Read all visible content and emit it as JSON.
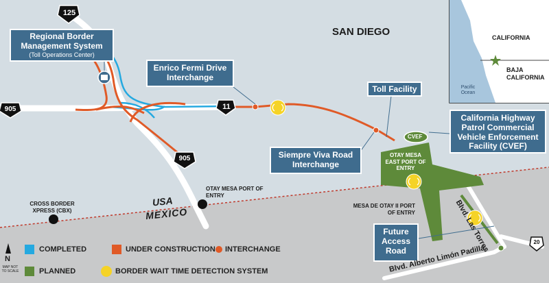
{
  "city_label": "SAN DIEGO",
  "country_north": "USA",
  "country_south": "MEXICO",
  "callouts": {
    "rbms_title": "Regional Border Management System",
    "rbms_sub": "(Toll Operations Center)",
    "enrico": "Enrico Fermi Drive Interchange",
    "toll": "Toll Facility",
    "siempre": "Siempre Viva Road Interchange",
    "chp": "California Highway Patrol Commercial Vehicle Enforcement Facility (CVEF)",
    "future": "Future Access Road"
  },
  "map_labels": {
    "cvef": "CVEF",
    "otay_east": "OTAY MESA EAST PORT OF ENTRY",
    "otay_poe": "OTAY MESA PORT OF ENTRY",
    "mesa_otay": "MESA DE OTAY II PORT OF ENTRY",
    "cbx": "CROSS BORDER XPRESS (CBX)",
    "blvd_torres": "Blvd. Las Torres",
    "blvd_limon": "Blvd. Alberto Limón Padilla"
  },
  "shields": {
    "r125": "125",
    "r905_west": "905",
    "r905_south": "905",
    "r11": "11",
    "r20": "20"
  },
  "inset": {
    "california": "CALIFORNIA",
    "baja": "BAJA CALIFORNIA",
    "ocean": "Pacific Ocean"
  },
  "legend": {
    "completed": "COMPLETED",
    "under_construction": "UNDER CONSTRUCTION",
    "interchange": "INTERCHANGE",
    "planned": "PLANNED",
    "wait_time": "BORDER WAIT TIME DETECTION SYSTEM",
    "north": "N",
    "not_to_scale": "MAP NOT TO SCALE"
  },
  "colors": {
    "completed": "#25a9e0",
    "under_construction": "#e05a27",
    "planned": "#5e8a3a",
    "wait_time": "#f5d327",
    "callout_box": "#3f6c8e",
    "mexico_land": "#c9cacb"
  }
}
